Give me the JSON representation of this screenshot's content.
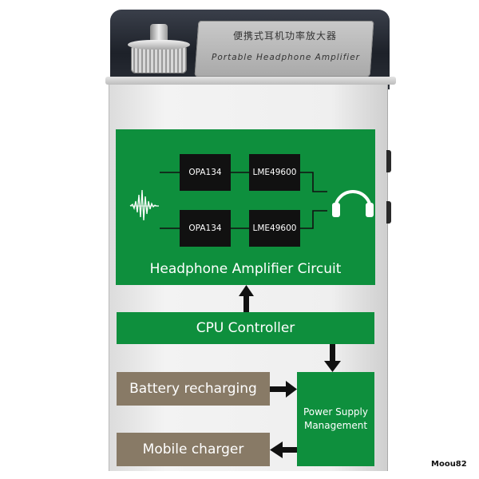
{
  "device": {
    "label_cn": "便携式耳机功率放大器",
    "label_en": "Portable Headphone Amplifier"
  },
  "amplifier": {
    "title": "Headphone Amplifier Circuit",
    "chips": [
      {
        "label": "OPA134"
      },
      {
        "label": "LME49600"
      },
      {
        "label": "OPA134"
      },
      {
        "label": "LME49600"
      }
    ]
  },
  "blocks": {
    "cpu": "CPU Controller",
    "battery": "Battery recharging",
    "mobile": "Mobile charger",
    "psu": "Power Supply Management"
  },
  "credit": "Moou82",
  "colors": {
    "block_green": "#0e8f3d",
    "block_brown": "#887a66",
    "chip_black": "#111111",
    "arrow": "#111111"
  }
}
